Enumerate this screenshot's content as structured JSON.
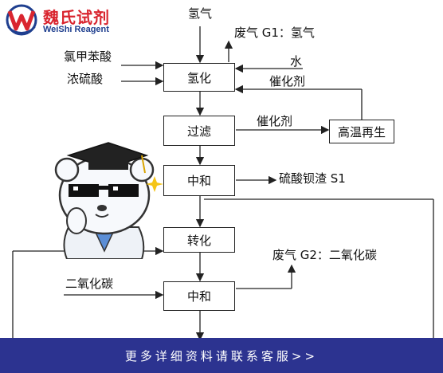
{
  "brand": {
    "name_cn": "魏氏试剂",
    "name_en": "WeiShi Reagent",
    "colors": {
      "red": "#d9252f",
      "blue": "#1f3f8f"
    }
  },
  "diagram": {
    "boxes": {
      "hydrogenation": "氢化",
      "filtration": "过滤",
      "regeneration": "高温再生",
      "neutralization_1": "中和",
      "conversion": "转化",
      "neutralization_2": "中和"
    },
    "labels": {
      "hydrogen": "氢气",
      "waste_gas_g1": "废气 G1：氢气",
      "chlorobenzoic_acid": "氯甲苯酸",
      "water": "水",
      "sulfuric_acid": "浓硫酸",
      "catalyst_return": "催化剂",
      "catalyst_out": "催化剂",
      "barium_residue_s1": "硫酸钡渣 S1",
      "waste_gas_g2": "废气 G2：二氧化碳",
      "carbon_dioxide": "二氧化碳"
    }
  },
  "footer": {
    "text": "更多详细资料请联系客服>>",
    "bg_color": "#2c3390"
  }
}
